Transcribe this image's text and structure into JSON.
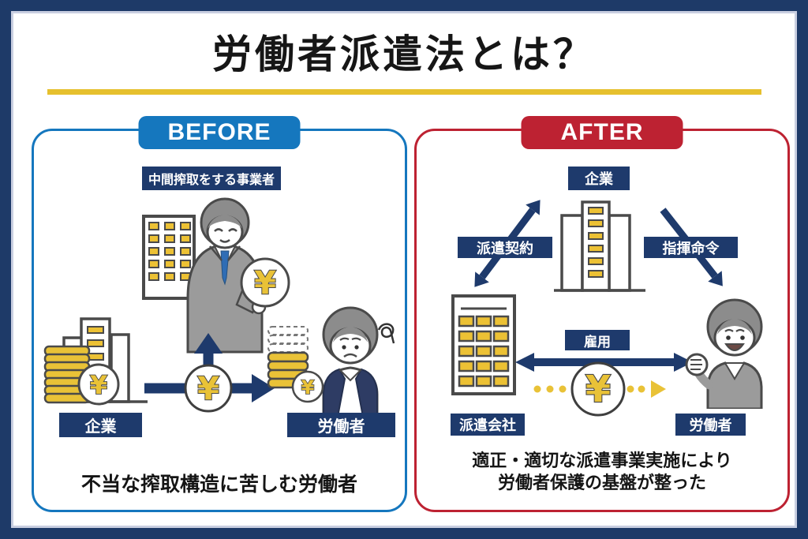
{
  "title": "労働者派遣法とは？",
  "currency_symbol": "¥",
  "theme": {
    "frame-navy": "#1e3a68",
    "panel-blue": "#1577be",
    "panel-red": "#bd2232",
    "label-navy": "#1e3a6c",
    "arrow-navy": "#1e3a6c",
    "accent-yellow": "#e6c02e",
    "coin-yellow": "#e9c237",
    "window-yellow": "#ecc134"
  },
  "before_panel": {
    "badge": "BEFORE",
    "middleman_label": "中間搾取をする事業者",
    "company_label": "企業",
    "worker_label": "労働者",
    "caption": "不当な搾取構造に苦しむ労働者"
  },
  "after_panel": {
    "badge": "AFTER",
    "company_label": "企業",
    "dispatch_contract_label": "派遣契約",
    "command_label": "指揮命令",
    "employment_label": "雇用",
    "dispatch_company_label": "派遣会社",
    "worker_label": "労働者",
    "caption_line1": "適正・適切な派遣事業実施により",
    "caption_line2": "労働者保護の基盤が整った"
  }
}
